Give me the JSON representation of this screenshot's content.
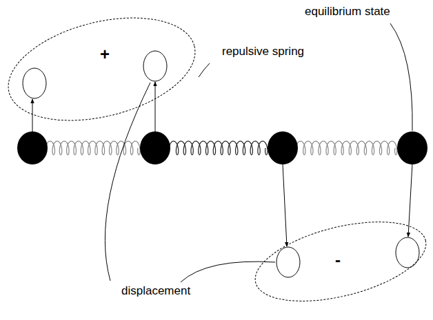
{
  "diagram": {
    "nodes": [
      {
        "text": [
          "+"
        ]
      },
      {
        "text": [
          "-"
        ]
      }
    ],
    "labels": [
      "repulsive spring",
      "equilibrium state",
      "displacement"
    ]
  }
}
